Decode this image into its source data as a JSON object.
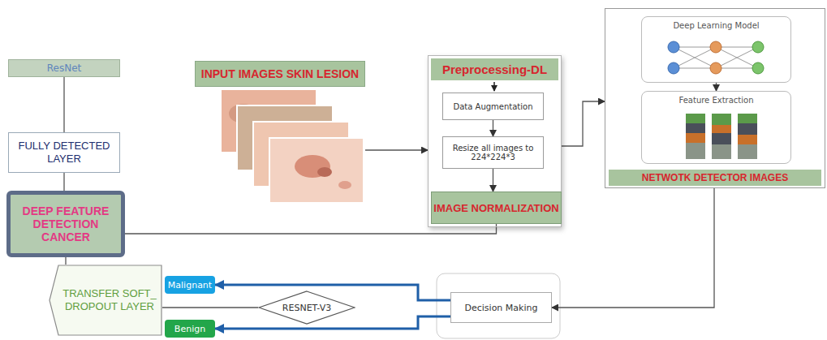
{
  "diagram": {
    "nodes": [
      {
        "text": [
          "ResNet"
        ]
      },
      {
        "text": [
          "INPUT IMAGES SKIN LESION"
        ]
      },
      {
        "text": [
          "Preprocessing-DL"
        ]
      },
      {
        "text": [
          "Data Augmentation"
        ],
        "in": 2
      },
      {
        "text": [
          "Resize all images to 224*224*3"
        ],
        "in": 2
      },
      {
        "text": [
          "IMAGE NORMALIZATION"
        ],
        "in": 2
      },
      {
        "text": [
          "NETWOTK DETECTOR IMAGES"
        ]
      },
      {
        "text": [
          "Deep Learning Model"
        ],
        "in": 6
      },
      {
        "text": [
          "Feature Extraction"
        ],
        "in": 6
      },
      {
        "text": [
          "FULLY DETECTED LAYER"
        ]
      },
      {
        "text": [
          "DEEP FEATURE DETECTION CANCER"
        ]
      },
      {
        "text": [
          "Malignant"
        ]
      },
      {
        "text": [
          "TRANSFER SOFT_ DROPOUT LAYER"
        ]
      },
      {
        "text": [
          "RESNET-V3"
        ]
      },
      {
        "text": [
          "Decision Making"
        ]
      },
      {
        "text": [
          "Benign"
        ]
      }
    ],
    "edges": [
      {
        "from": 0,
        "to": 9,
        "arrow": "none"
      },
      {
        "from": 9,
        "to": 10,
        "arrow": "none"
      },
      {
        "from": 10,
        "to": 5,
        "arrow": "none"
      },
      {
        "from": 1,
        "to": 2,
        "arrow": "to"
      },
      {
        "from": 3,
        "to": 4,
        "arrow": "to"
      },
      {
        "from": 4,
        "to": 5,
        "arrow": "to"
      },
      {
        "from": 2,
        "to": 6,
        "arrow": "to"
      },
      {
        "from": 7,
        "to": 8,
        "arrow": "to"
      },
      {
        "from": 6,
        "to": 14,
        "arrow": "to"
      },
      {
        "from": 14,
        "to": 11,
        "arrow": "to"
      },
      {
        "from": 14,
        "to": 15,
        "arrow": "to"
      },
      {
        "from": 10,
        "to": 12,
        "arrow": "none"
      },
      {
        "from": 12,
        "to": 13,
        "arrow": "none"
      }
    ]
  }
}
